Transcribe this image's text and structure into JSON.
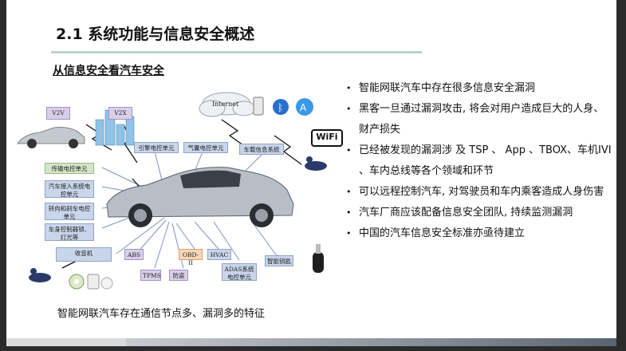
{
  "slide": {
    "title": "2.1 系统功能与信息安全概述",
    "subtitle": "从信息安全看汽车安全",
    "bullets": [
      "智能网联汽车中存在很多信息安全漏洞",
      "黑客一旦通过漏洞攻击, 将会对用户造成巨大的人身、 财产损失",
      "已经被发现的漏洞涉 及 TSP 、 App 、TBOX、车机IVI 、车内总线等各个领域和环节",
      "可以远程控制汽车, 对驾驶员和车内乘客造成人身伤害",
      " 汽车厂商应该配备信息安全团队, 持续监测漏洞",
      "中国的汽车信息安全标准亦亟待建立"
    ],
    "caption": "智能网联汽车存在通信节点多、漏洞多的特征"
  },
  "diagram": {
    "labels": {
      "v2v": "V2V",
      "v2x": "V2X",
      "internet": "Internet",
      "wifi": "WiFi",
      "engine": "引擎电控单元",
      "airbag": "气囊电控单元",
      "infotainment": "车载信息系统",
      "transmission": "传输电控单元",
      "access": "汽车接入系统电控单元",
      "steering": "转向和刹车电控单元",
      "body": "车身控制器锁、灯光等",
      "radio": "收音机",
      "abs": "ABS",
      "tpms": "TPMS",
      "obd": "OBD-II",
      "antitheft": "防盗",
      "hvac": "HVAC",
      "adas": "ADAS系统电控单元",
      "smartkey": "智能钥匙"
    }
  }
}
